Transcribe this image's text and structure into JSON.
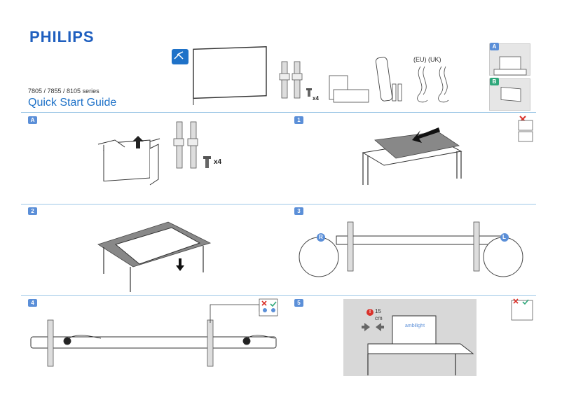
{
  "header": {
    "brand": "PHILIPS",
    "series": "7805 / 7855 / 8105 series",
    "title": "Quick Start Guide"
  },
  "contents": {
    "qty_stand": "x4",
    "power_regions": "(EU) (UK)",
    "option_a": "A",
    "option_b": "B"
  },
  "steps": {
    "a": {
      "badge": "A",
      "qty": "x4"
    },
    "s1": {
      "badge": "1"
    },
    "s2": {
      "badge": "2"
    },
    "s3": {
      "badge": "3",
      "right": "R",
      "left": "L"
    },
    "s4": {
      "badge": "4"
    },
    "s5": {
      "badge": "5",
      "distance_number": "15",
      "distance_unit": "cm",
      "ambilight": "ambilight",
      "warn": "!"
    }
  },
  "colors": {
    "brand": "#1f5fbf",
    "accent": "#5b8fd8",
    "green": "#2ea77a",
    "cross": "#d9322b",
    "tick": "#2ea77a"
  }
}
